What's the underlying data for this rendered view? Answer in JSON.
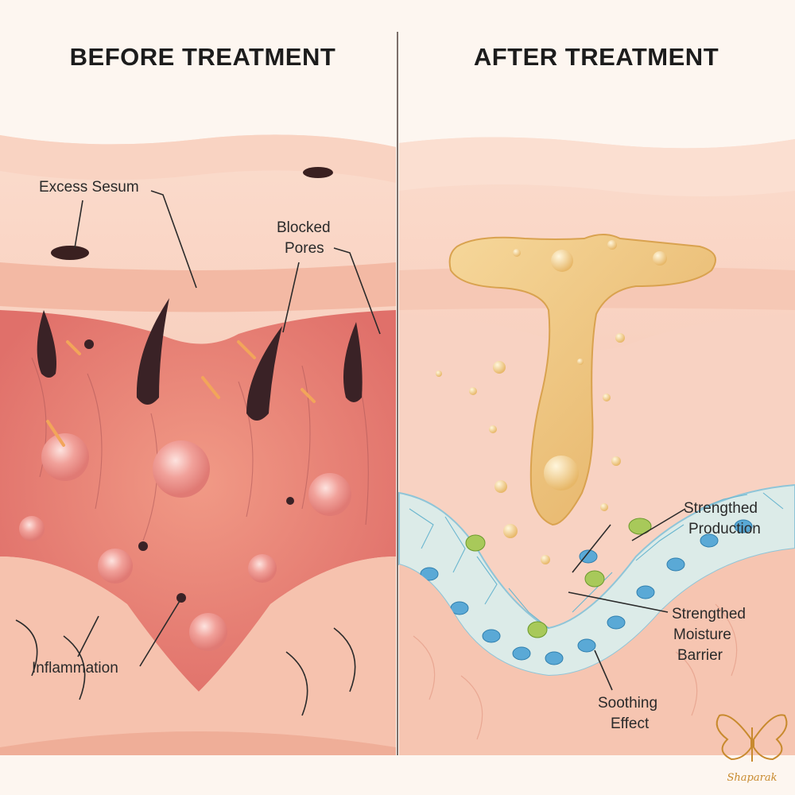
{
  "panels": {
    "before": {
      "title": "BEFORE TREATMENT"
    },
    "after": {
      "title": "AFTER TREATMENT"
    }
  },
  "labels": {
    "excess_sebum": "Excess Sesum",
    "blocked_pores_line1": "Blocked",
    "blocked_pores_line2": "Pores",
    "inflammation": "Inflammation",
    "production_line1": "Strengthed",
    "production_line2": "Production",
    "barrier_line1": "Strengthed",
    "barrier_line2": "Moisture",
    "barrier_line3": "Barrier",
    "soothing_line1": "Soothing",
    "soothing_line2": "Effect"
  },
  "logo": {
    "text": "Shaparak"
  },
  "colors": {
    "skin_light": "#f7cdbb",
    "skin_mid": "#f0b29c",
    "inflamed": "#e8837a",
    "serum": "#edc07a",
    "barrier_cell_blue": "#5aa9d6",
    "barrier_cell_green": "#9cc04a",
    "logo": "#c88a2e"
  }
}
